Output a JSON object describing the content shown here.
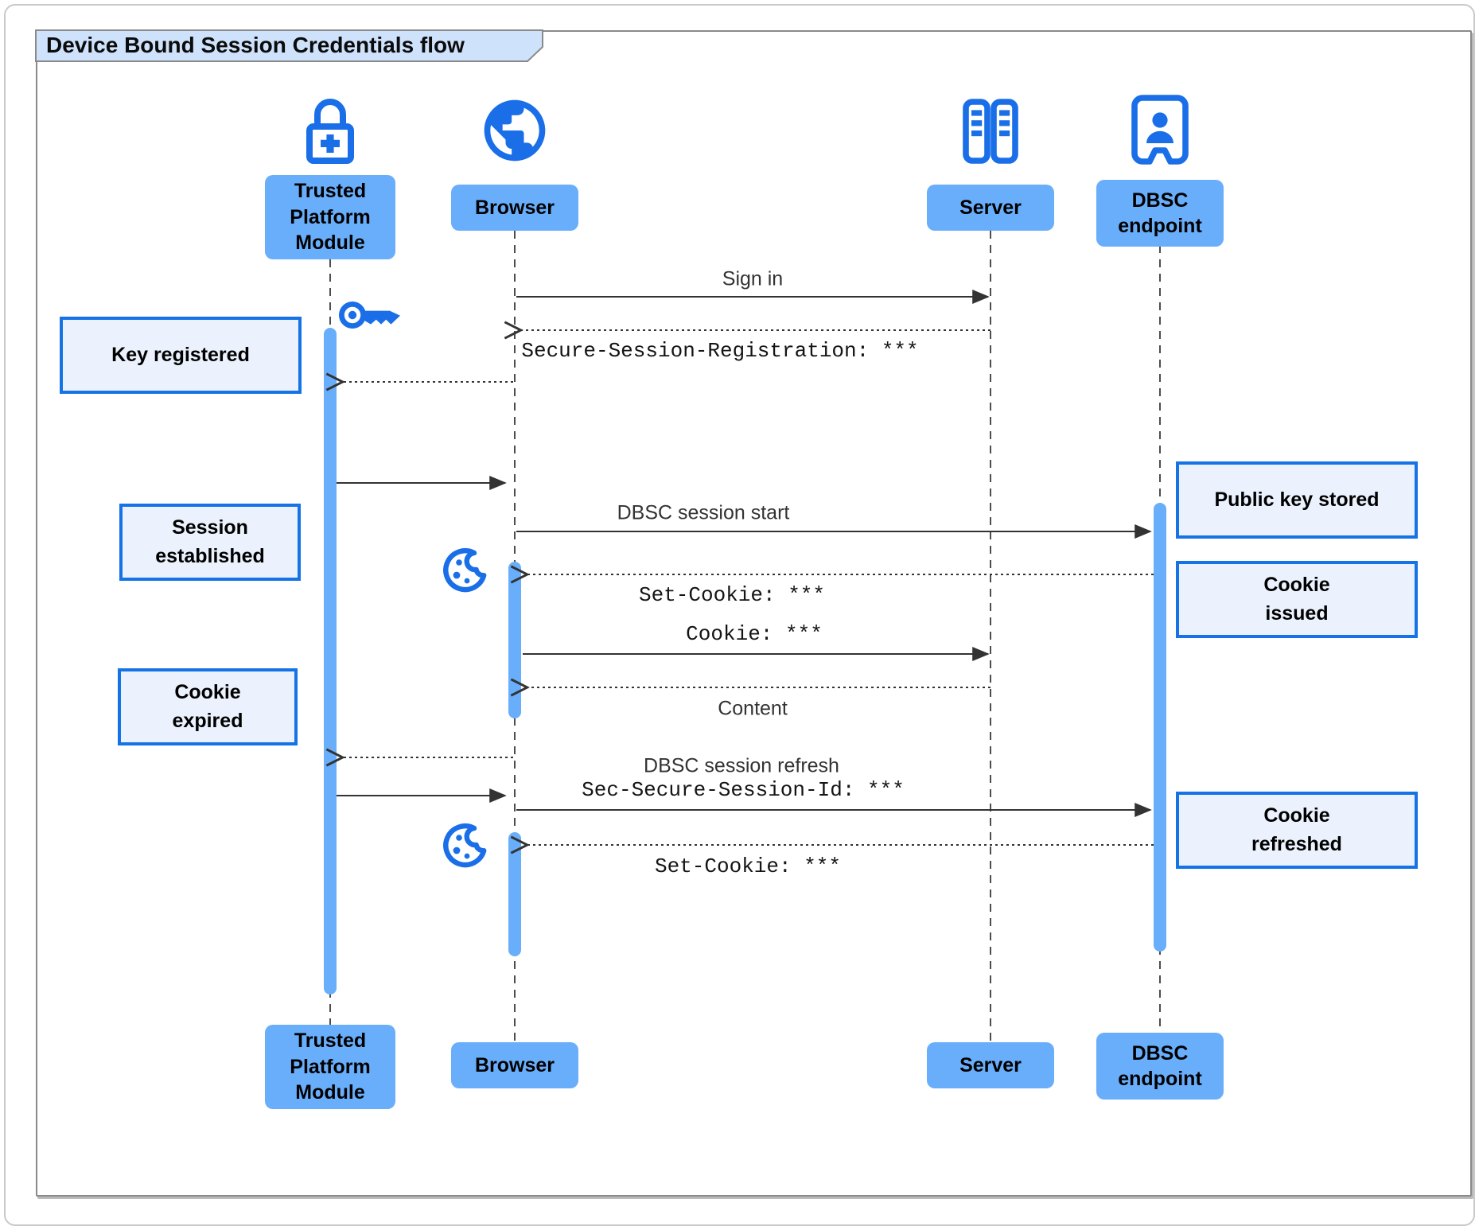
{
  "title": "Device Bound Session Credentials flow",
  "actors": {
    "tpm": "Trusted\nPlatform\nModule",
    "browser": "Browser",
    "server": "Server",
    "dbsc": "DBSC\nendpoint"
  },
  "messages": {
    "sign_in": "Sign in",
    "secure_session_registration": "Secure-Session-Registration: ***",
    "dbsc_session_start": "DBSC session start",
    "set_cookie_1": "Set-Cookie: ***",
    "cookie": "Cookie: ***",
    "content": "Content",
    "dbsc_session_refresh": "DBSC session refresh",
    "sec_secure_session_id": "Sec-Secure-Session-Id: ***",
    "set_cookie_2": "Set-Cookie: ***"
  },
  "notes": {
    "key_registered": "Key registered",
    "session_established": "Session\nestablished",
    "cookie_expired": "Cookie\nexpired",
    "public_key_stored": "Public key stored",
    "cookie_issued": "Cookie\nissued",
    "cookie_refreshed": "Cookie\nrefreshed"
  },
  "icons": {
    "tpm": "lock-plus-icon",
    "browser": "globe-icon",
    "server": "server-racks-icon",
    "dbsc": "contact-badge-icon",
    "key": "key-icon",
    "cookie": "cookie-icon"
  },
  "colors": {
    "accent": "#1a6fe8",
    "actor-fill": "#69aefb",
    "activation-fill": "#69aefb",
    "note-fill": "#ebf2fd",
    "note-border": "#1673e6",
    "tab-fill": "#cfe2fb",
    "frame-border": "#8a8a8a",
    "line": "#333333"
  }
}
